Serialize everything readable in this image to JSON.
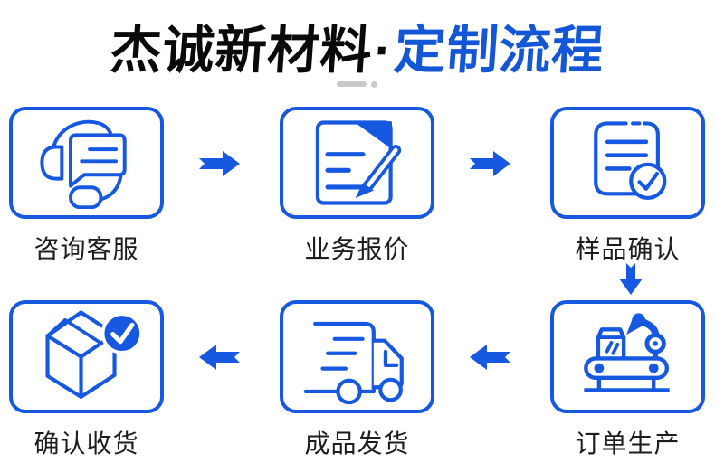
{
  "title": {
    "black": "杰诚新材料",
    "separator": "·",
    "blue": "定制流程"
  },
  "steps": [
    {
      "label": "咨询客服",
      "icon": "headset-chat-icon"
    },
    {
      "label": "业务报价",
      "icon": "document-pen-icon"
    },
    {
      "label": "样品确认",
      "icon": "document-check-icon"
    },
    {
      "label": "订单生产",
      "icon": "robot-arm-conveyor-icon"
    },
    {
      "label": "成品发货",
      "icon": "delivery-truck-icon"
    },
    {
      "label": "确认收货",
      "icon": "package-check-icon"
    }
  ],
  "flow": {
    "arrows": [
      {
        "direction": "right",
        "between": [
          "咨询客服",
          "业务报价"
        ]
      },
      {
        "direction": "right",
        "between": [
          "业务报价",
          "样品确认"
        ]
      },
      {
        "direction": "down",
        "between": [
          "样品确认",
          "订单生产"
        ]
      },
      {
        "direction": "left",
        "between": [
          "订单生产",
          "成品发货"
        ]
      },
      {
        "direction": "left",
        "between": [
          "成品发货",
          "确认收货"
        ]
      }
    ]
  },
  "colors": {
    "primary_blue": "#1659E0",
    "title_accent_blue": "#1356D6",
    "title_black": "#0A0A0A",
    "label_text": "#1D1D1D",
    "swipe_indicator_gray": "#C9C9C9",
    "background": "#FFFFFF"
  }
}
